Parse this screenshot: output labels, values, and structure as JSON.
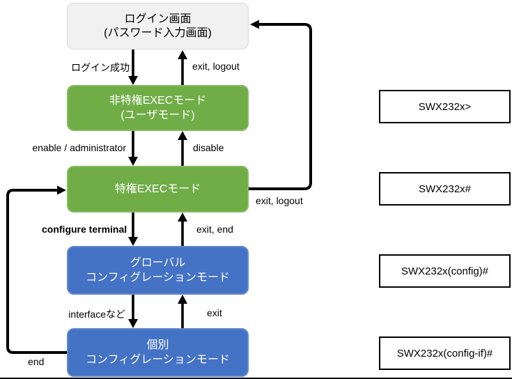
{
  "diagram": {
    "modes": [
      {
        "id": "login",
        "line1": "ログイン画面",
        "line2": "(パスワード入力画面)"
      },
      {
        "id": "user-exec",
        "line1": "非特権EXECモード",
        "line2": "(ユーザモード)"
      },
      {
        "id": "priv-exec",
        "line1": "特権EXECモード"
      },
      {
        "id": "global-config",
        "line1": "グローバル",
        "line2": "コンフィグレーションモード"
      },
      {
        "id": "if-config",
        "line1": "個別",
        "line2": "コンフィグレーションモード"
      }
    ],
    "transitions": {
      "login_success": "ログイン成功",
      "exit_logout_top": "exit, logout",
      "enable": "enable / administrator",
      "disable": "disable",
      "configure_terminal": "configure terminal",
      "exit_end": "exit, end",
      "interface": "interfaceなど",
      "exit": "exit",
      "end": "end",
      "exit_logout_right": "exit, logout"
    },
    "prompts": [
      {
        "label": "SWX232x>"
      },
      {
        "label": "SWX232x#"
      },
      {
        "label": "SWX232x(config)#"
      },
      {
        "label": "SWX232x(config-if)#"
      }
    ],
    "colors": {
      "green_fill": "#70AD47",
      "green_border": "#83BB5D",
      "blue_fill": "#4472C4",
      "blue_border": "#6189CF",
      "gray_fill": "#F1F1F1",
      "gray_border": "#D9D9D9",
      "arrow": "#000000",
      "text_on_color": "#FFFFFF"
    }
  }
}
